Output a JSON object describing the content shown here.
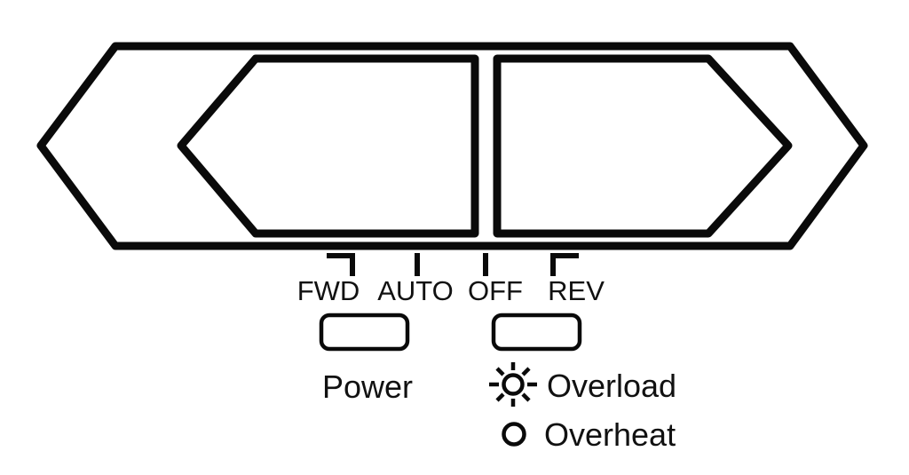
{
  "colors": {
    "line": "#0a0a0a",
    "text": "#111111",
    "background": "#ffffff"
  },
  "switch": {
    "positions": [
      {
        "label": "FWD"
      },
      {
        "label": "AUTO"
      },
      {
        "label": "OFF"
      },
      {
        "label": "REV"
      }
    ]
  },
  "indicators": {
    "power": {
      "label": "Power",
      "icon": "none"
    },
    "overload": {
      "label": "Overload",
      "icon": "sun-icon"
    },
    "overheat": {
      "label": "Overheat",
      "icon": "circle-icon"
    }
  }
}
